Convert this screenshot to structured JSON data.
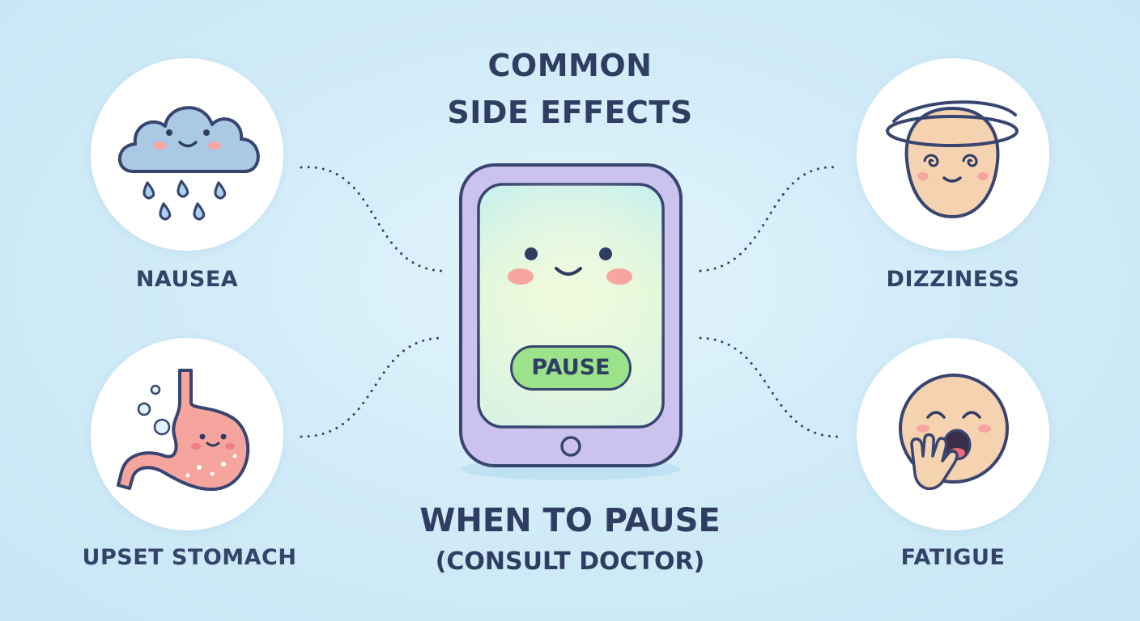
{
  "title": {
    "line1": "COMMON",
    "line2": "SIDE EFFECTS"
  },
  "bottom_title": {
    "line1": "WHEN TO PAUSE",
    "line2": "(CONSULT DOCTOR)"
  },
  "phone": {
    "button_label": "PAUSE"
  },
  "effects": {
    "nausea": {
      "label": "NAUSEA",
      "icon": "rain-cloud-icon"
    },
    "upset_stomach": {
      "label": "UPSET STOMACH",
      "icon": "stomach-icon"
    },
    "dizziness": {
      "label": "DIZZINESS",
      "icon": "dizzy-face-icon"
    },
    "fatigue": {
      "label": "FATIGUE",
      "icon": "yawning-face-icon"
    }
  },
  "colors": {
    "background": "#d2ecf8",
    "text": "#2f3d63",
    "phone_frame": "#cbc3ee",
    "button": "#9be28a",
    "blush": "#f7a5a0"
  }
}
